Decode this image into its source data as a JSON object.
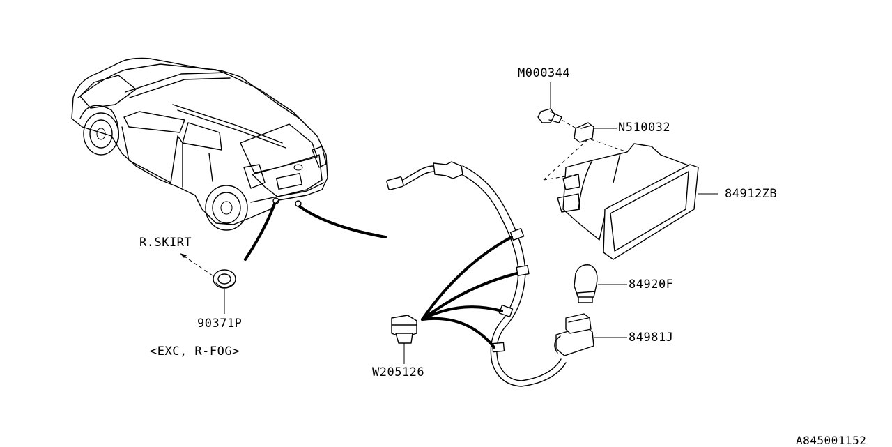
{
  "labels": {
    "bolt": "M000344",
    "nut": "N510032",
    "lamp": "84912ZB",
    "bulb": "84920F",
    "socket": "84981J",
    "clip": "W205126",
    "grommet": "90371P",
    "skirt": "R.SKIRT",
    "note": "<EXC, R-FOG>",
    "diagram_id": "A845001152"
  }
}
